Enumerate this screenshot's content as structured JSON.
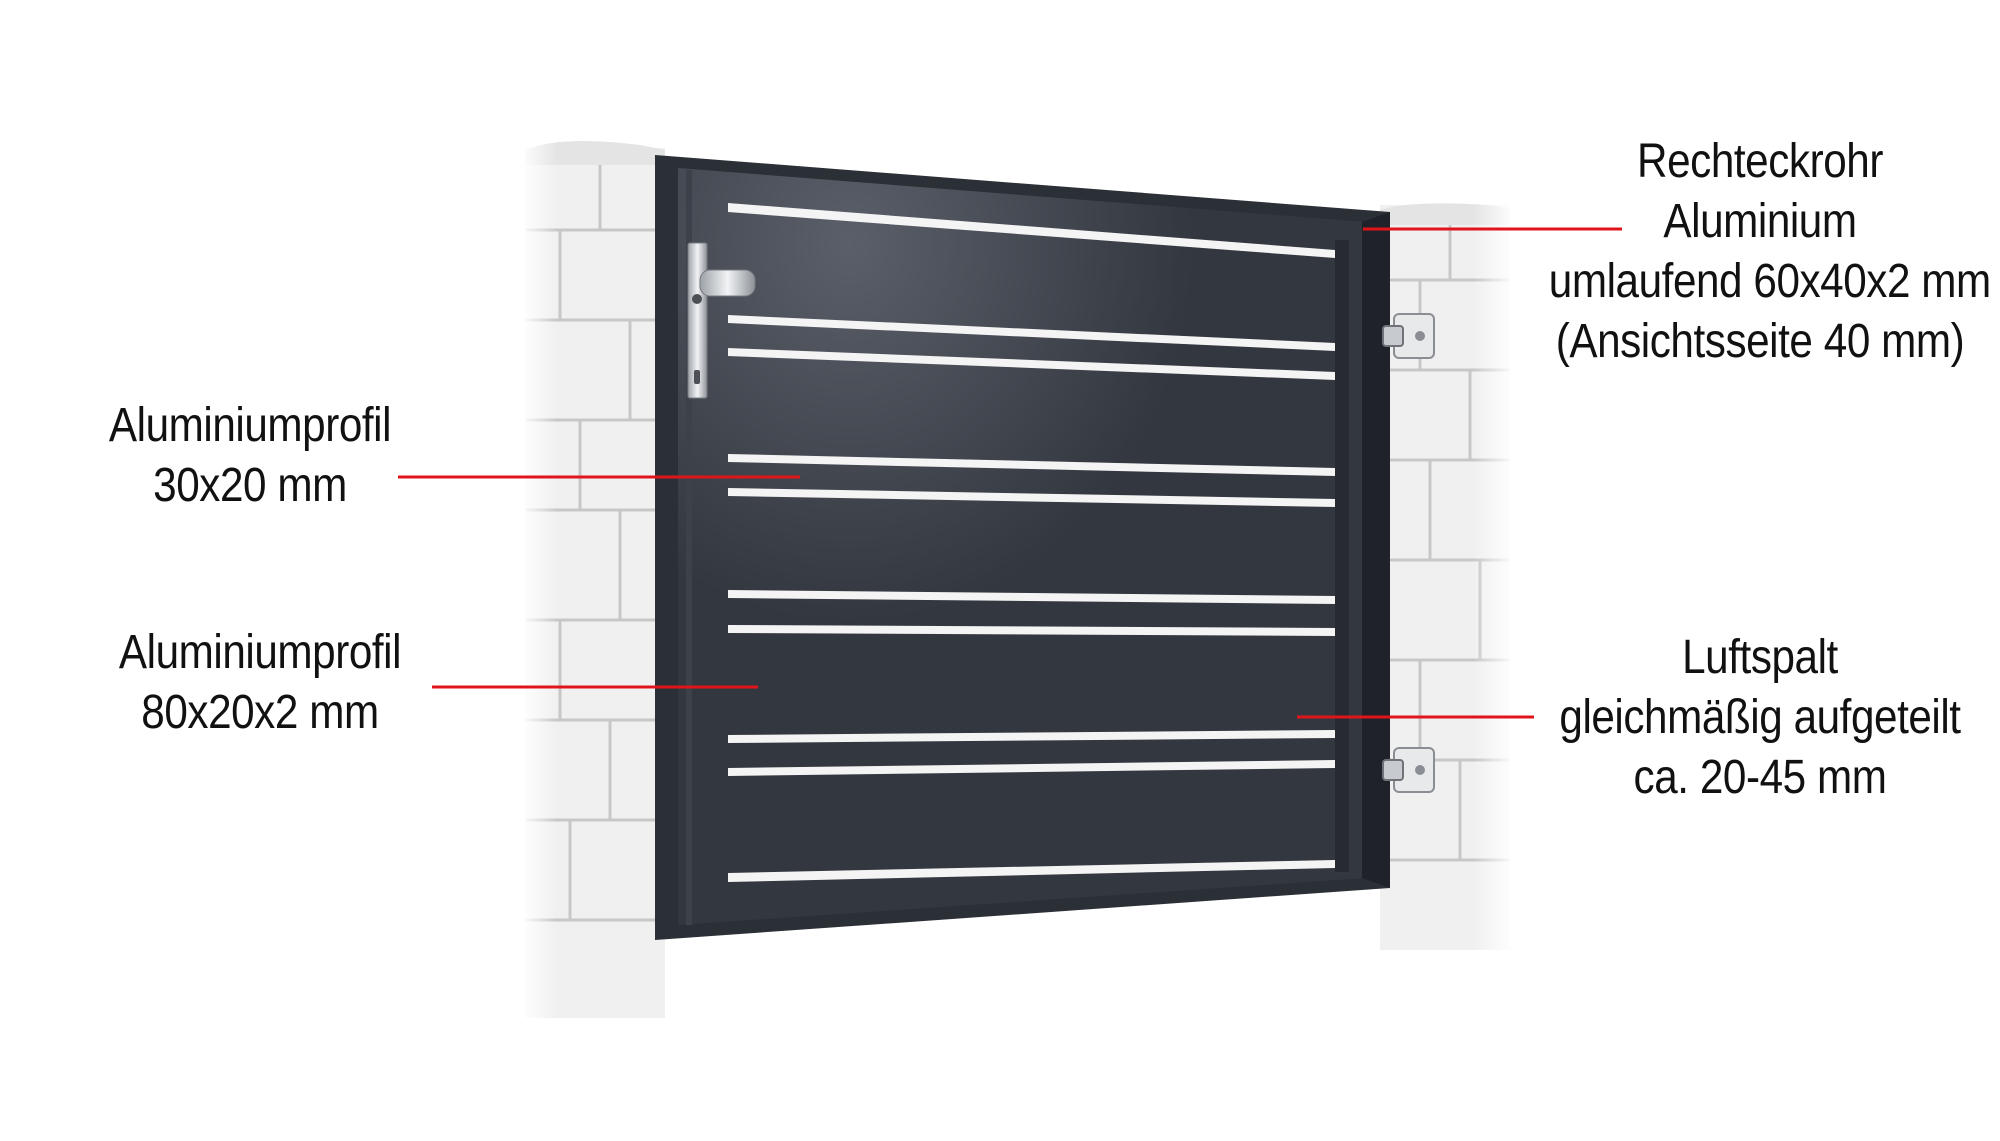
{
  "colors": {
    "gate": "#33373f",
    "gate_highlight": "#4a4f58",
    "frame": "#2b2f36",
    "brick_light": "#f2f2f2",
    "brick_mortar": "#c9c9c9",
    "leader_line": "#e0141b",
    "text": "#111111"
  },
  "labels": {
    "rechteckrohr": {
      "line1": "Rechteckrohr",
      "line2": "Aluminium",
      "line3": "umlaufend 60x40x2 mm",
      "line4": "(Ansichtsseite 40 mm)"
    },
    "profil_30": {
      "line1": "Aluminiumprofil",
      "line2": "30x20 mm"
    },
    "profil_80": {
      "line1": "Aluminiumprofil",
      "line2": "80x20x2 mm"
    },
    "luftspalt": {
      "line1": "Luftspalt",
      "line2": "gleichmäßig aufgeteilt",
      "line3": "ca. 20-45 mm"
    }
  },
  "icons": {
    "handle": "door-handle-icon",
    "hinge": "hinge-icon"
  }
}
